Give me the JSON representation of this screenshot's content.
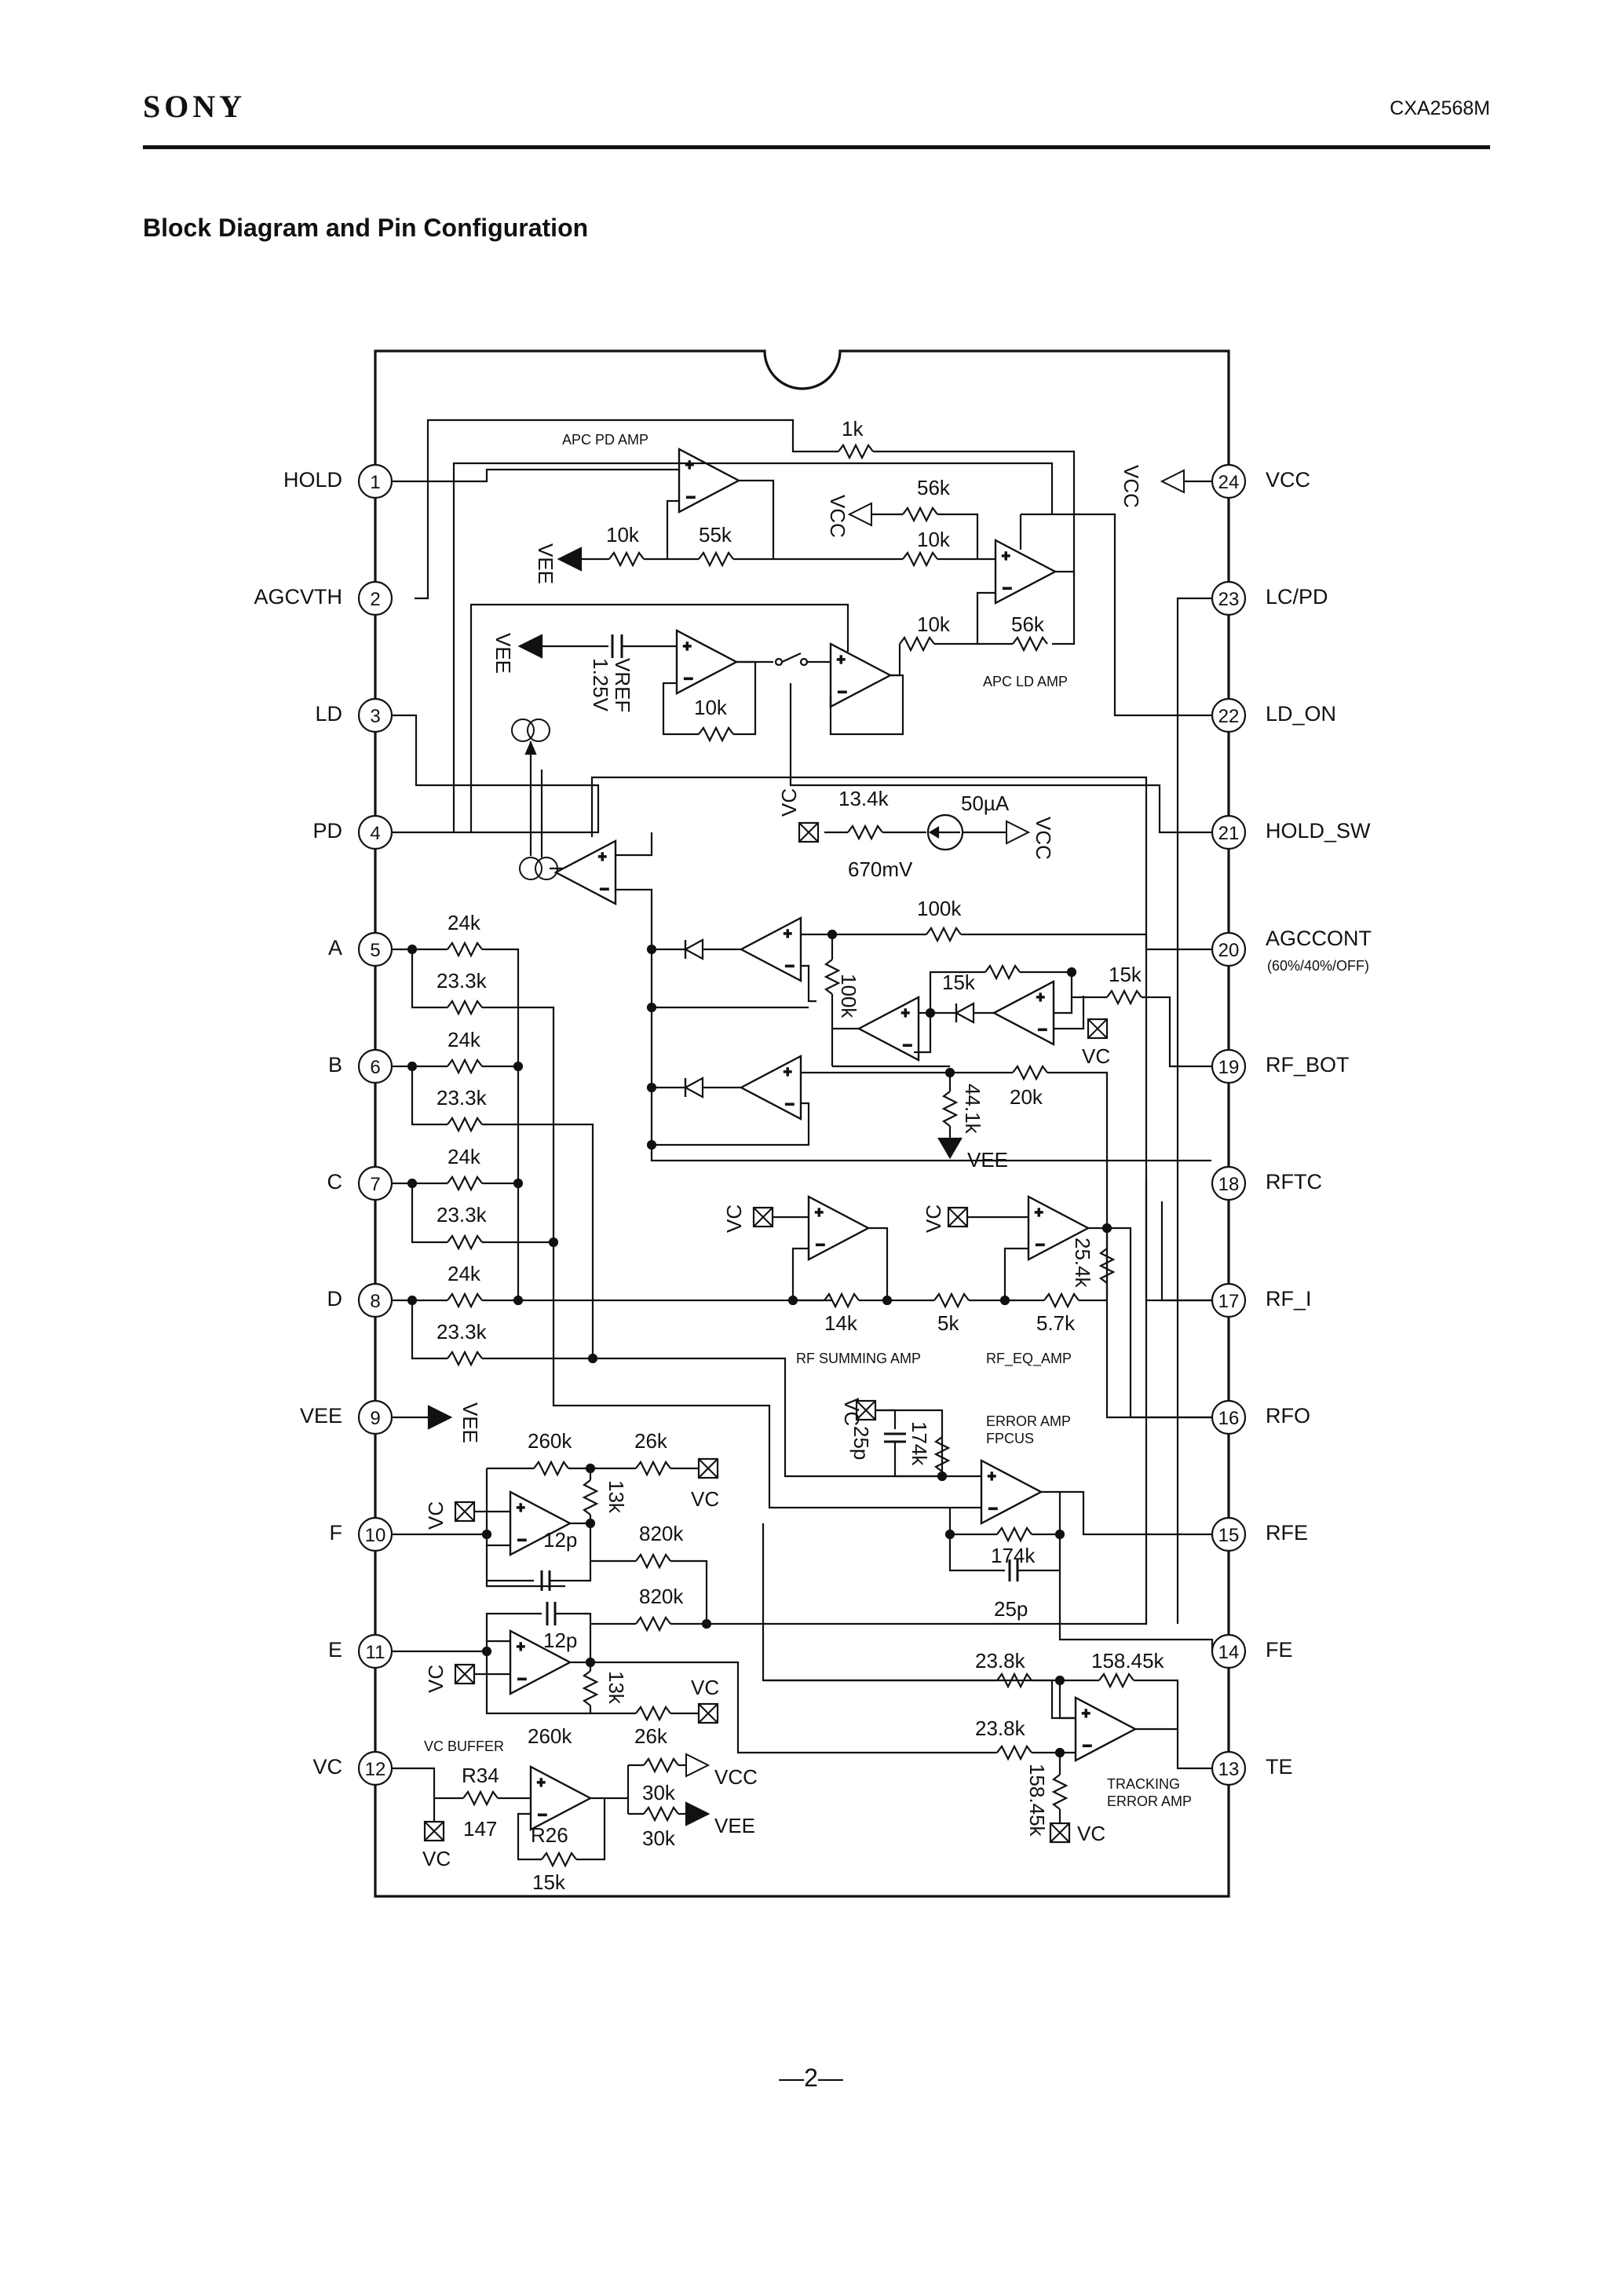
{
  "header": {
    "brand": "SONY",
    "part_number": "CXA2568M"
  },
  "title": "Block Diagram and Pin Configuration",
  "page_number": "—2—",
  "pins": [
    {
      "num": "1",
      "name": "HOLD"
    },
    {
      "num": "2",
      "name": "AGCVTH"
    },
    {
      "num": "3",
      "name": "LD"
    },
    {
      "num": "4",
      "name": "PD"
    },
    {
      "num": "5",
      "name": "A"
    },
    {
      "num": "6",
      "name": "B"
    },
    {
      "num": "7",
      "name": "C"
    },
    {
      "num": "8",
      "name": "D"
    },
    {
      "num": "9",
      "name": "VEE"
    },
    {
      "num": "10",
      "name": "F"
    },
    {
      "num": "11",
      "name": "E"
    },
    {
      "num": "12",
      "name": "VC"
    },
    {
      "num": "13",
      "name": "TE"
    },
    {
      "num": "14",
      "name": "FE"
    },
    {
      "num": "15",
      "name": "RFE"
    },
    {
      "num": "16",
      "name": "RFO"
    },
    {
      "num": "17",
      "name": "RF_I"
    },
    {
      "num": "18",
      "name": "RFTC"
    },
    {
      "num": "19",
      "name": "RF_BOT"
    },
    {
      "num": "20",
      "name": "AGCCONT"
    },
    {
      "num": "21",
      "name": "HOLD_SW"
    },
    {
      "num": "22",
      "name": "LD_ON"
    },
    {
      "num": "23",
      "name": "LC/PD"
    },
    {
      "num": "24",
      "name": "VCC"
    }
  ],
  "agccont_note": "(60%/40%/OFF)",
  "blocks": {
    "apc_pd_amp": "APC PD AMP",
    "apc_ld_amp": "APC LD AMP",
    "rf_summing_amp": "RF SUMMING AMP",
    "rf_eq_amp": "RF_EQ_AMP",
    "error_amp": "ERROR AMP",
    "error_amp_sub": "FPCUS",
    "tracking_error_amp": "TRACKING",
    "tracking_error_amp_sub": "ERROR AMP",
    "vc_buffer": "VC BUFFER"
  },
  "supply_labels": {
    "vcc": "VCC",
    "vee": "VEE",
    "vc": "VC"
  },
  "components": {
    "r_1k": "1k",
    "r_56k_a": "56k",
    "r_10k_a": "10k",
    "r_55k": "55k",
    "r_10k_b": "10k",
    "r_10k_c": "10k",
    "r_56k_b": "56k",
    "r_10k_d": "10k",
    "vref": "VREF",
    "vref_v": "1.25V",
    "r_13_4k": "13.4k",
    "i_50ua": "50µA",
    "v_670mv": "670mV",
    "r_24k": "24k",
    "r_23_3k": "23.3k",
    "r_100k_a": "100k",
    "r_100k_b": "100k",
    "r_15k_a": "15k",
    "r_15k_b": "15k",
    "r_44_1k": "44.1k",
    "r_20k": "20k",
    "r_14k": "14k",
    "r_5k": "5k",
    "r_5_7k": "5.7k",
    "r_25_4k": "25.4k",
    "c_25p_a": "25p",
    "r_174k_a": "174k",
    "r_174k_b": "174k",
    "c_25p_b": "25p",
    "r_260k_a": "260k",
    "r_26k_a": "26k",
    "r_13k_a": "13k",
    "c_12p_a": "12p",
    "r_820k_a": "820k",
    "r_820k_b": "820k",
    "c_12p_b": "12p",
    "r_13k_b": "13k",
    "r_260k_b": "260k",
    "r_26k_b": "26k",
    "r_23_8k_a": "23.8k",
    "r_158_45k_a": "158.45k",
    "r_23_8k_b": "23.8k",
    "r_158_45k_b": "158.45k",
    "r34": "R34",
    "r_147": "147",
    "r26": "R26",
    "r_15k_c": "15k",
    "r_30k_a": "30k",
    "r_30k_b": "30k"
  }
}
